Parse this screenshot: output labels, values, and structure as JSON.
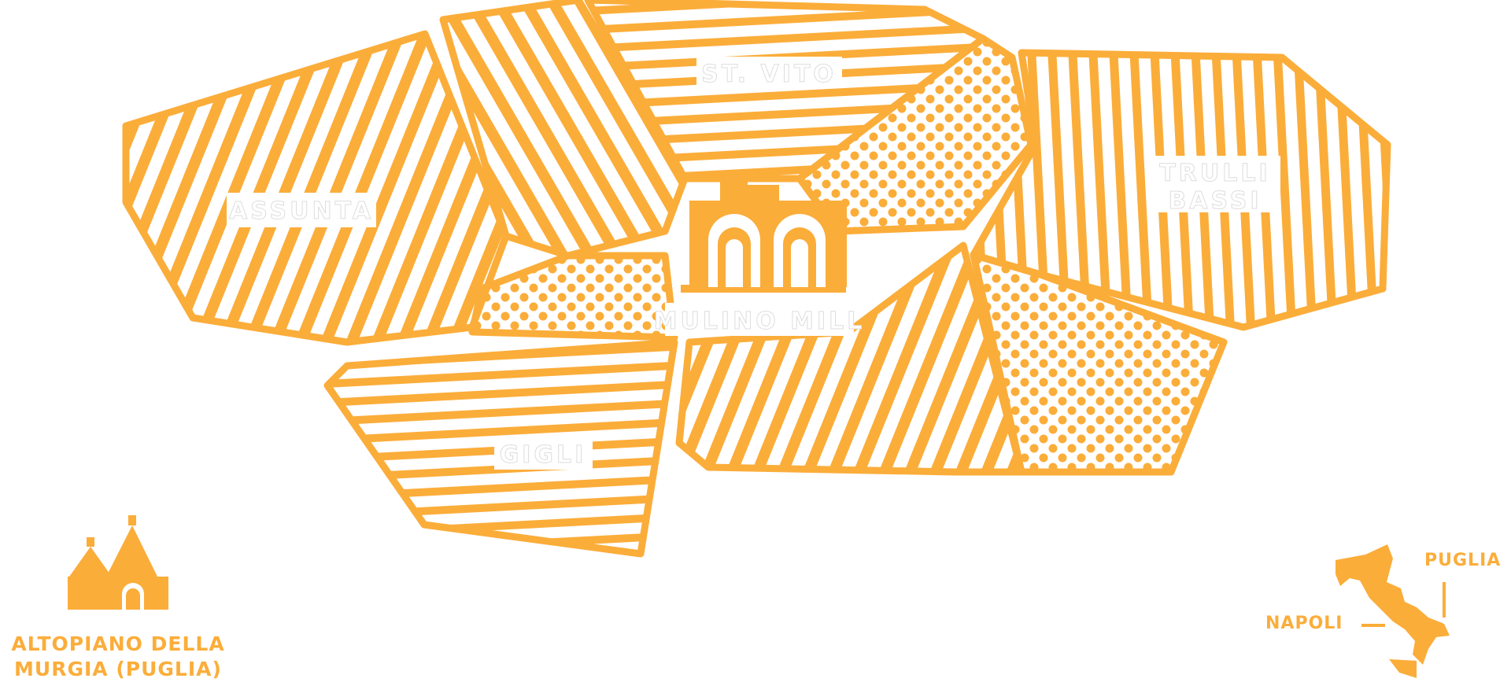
{
  "accent_color": "#FBAD3A",
  "regions": {
    "assunta": "ASSUNTA",
    "st_vito": "ST. VITO",
    "trulli_bassi_1": "TRULLI",
    "trulli_bassi_2": "BASSI",
    "mulino_mill": "MULINO MILL",
    "gigli": "GIGLI"
  },
  "legend": {
    "title_line1": "ALTOPIANO DELLA",
    "title_line2": "MURGIA (PUGLIA)"
  },
  "locator": {
    "napoli": "NAPOLI",
    "puglia": "PUGLIA"
  }
}
